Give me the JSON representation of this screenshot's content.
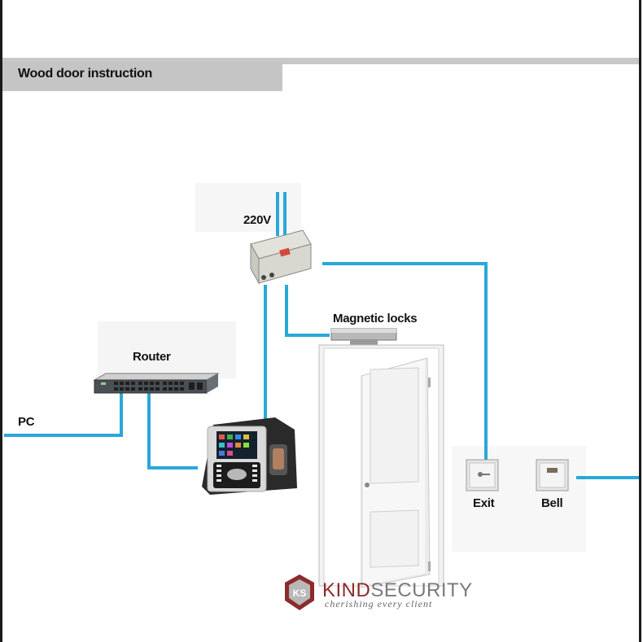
{
  "header": {
    "title": "Wood door instruction"
  },
  "labels": {
    "power": "220V",
    "magnetic_locks": "Magnetic locks",
    "router": "Router",
    "pc": "PC",
    "exit": "Exit",
    "bell": "Bell"
  },
  "logo": {
    "brand_part1": "KIND",
    "brand_part2": "SECURITY",
    "tagline": "cherishing every client",
    "emblem_letters": "KS"
  },
  "colors": {
    "wire": "#2aa8d8",
    "header_bar": "#c5c5c5",
    "brand_red": "#8b2b2b",
    "brand_gray": "#7a7a7a"
  }
}
